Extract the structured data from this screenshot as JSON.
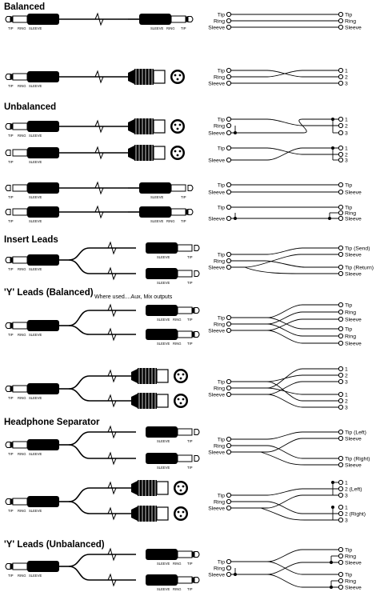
{
  "section_titles": {
    "balanced": "Balanced",
    "unbalanced": "Unbalanced",
    "insert_leads": "Insert Leads",
    "y_leads_balanced": "'Y' Leads (Balanced)",
    "headphone_separator": "Headphone Separator",
    "y_leads_unbalanced": "'Y' Leads (Unbalanced)"
  },
  "note": "Where used....Aux, Mix outputs",
  "plug_labels": {
    "tip": "TIP",
    "ring": "RING",
    "sleeve": "SLEEVE"
  },
  "pin_labels": {
    "tip": "Tip",
    "ring": "Ring",
    "sleeve": "Sleeve",
    "n1": "1",
    "n2": "2",
    "n3": "3",
    "tip_send": "Tip (Send)",
    "tip_return": "Tip (Return)",
    "tip_left": "Tip (Left)",
    "tip_right": "Tip (Right)",
    "two_left": "2 (Left)",
    "two_right": "2 (Right)"
  }
}
